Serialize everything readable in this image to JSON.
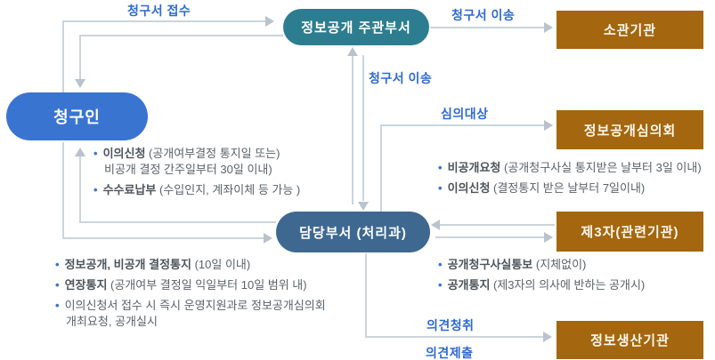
{
  "nodes": {
    "requester": {
      "label": "청구인"
    },
    "lead_dept": {
      "label": "정보공개 주관부서"
    },
    "charge_dept": {
      "label": "담당부서 (처리과)"
    },
    "agency": {
      "label": "소관기관"
    },
    "committee": {
      "label": "정보공개심의회"
    },
    "third_party": {
      "label": "제3자(관련기관)"
    },
    "producer": {
      "label": "정보생산기관"
    }
  },
  "edges": {
    "receipt": {
      "label": "청구서 접수"
    },
    "transfer_to_agency": {
      "label": "청구서 이송"
    },
    "transfer_between": {
      "label": "청구서 이송"
    },
    "review_target": {
      "label": "심의대상"
    },
    "opinion_hearing": {
      "label": "의견청취"
    },
    "opinion_submit": {
      "label": "의견제출"
    }
  },
  "notes": {
    "requester": [
      {
        "head": "이의신청",
        "rest": " (공개여부결정 통지일 또는)"
      },
      {
        "cont": "비공개 결정 간주일부터 30일 이내)"
      },
      {
        "head": "수수료납부",
        "rest": " (수입인지, 계좌이체 등 가능 )"
      }
    ],
    "charge": [
      {
        "head": "정보공개, 비공개 결정통지",
        "rest": " (10일 이내)"
      },
      {
        "head": "연장통지",
        "rest": " (공개여부 결정일 익일부터 10일 범위 내)"
      },
      {
        "head": "",
        "rest": "이의신청서 접수 시 즉시 운영지원과로 정보공개심의회"
      },
      {
        "cont": "개최요청, 공개실시"
      }
    ],
    "committee": [
      {
        "head": "비공개요청",
        "rest": " (공개청구사실 통지받은 날부터 3일 이내)"
      },
      {
        "head": "이의신청",
        "rest": " (결정통지 받은 날부터 7일이내)"
      }
    ],
    "third_party": [
      {
        "head": "공개청구사실통보",
        "rest": " (지체없이)"
      },
      {
        "head": "공개통지",
        "rest": " (제3자의 의사에 반하는 공개시)"
      }
    ]
  },
  "colors": {
    "accent_blue": "#2f6ad0",
    "requester_blue": "#3a74d1",
    "lead_teal": "#2d7d90",
    "charge_slate": "#3e6890",
    "org_brown": "#a4660e",
    "line_grey": "#ccd4db",
    "note_grey": "#5b6268"
  }
}
